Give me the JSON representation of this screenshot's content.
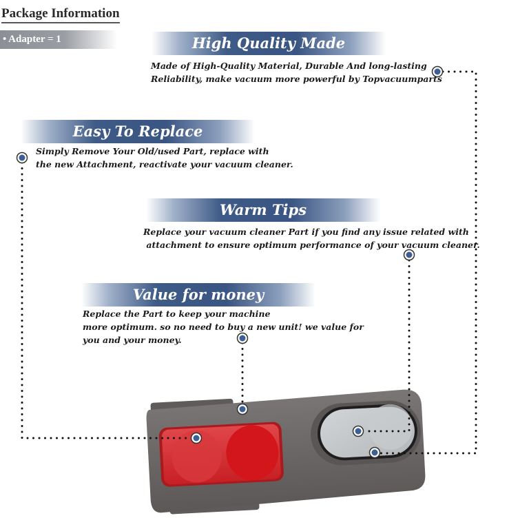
{
  "package": {
    "title": "Package Information",
    "items": [
      "• Adapter = 1"
    ]
  },
  "features": [
    {
      "title": "High Quality Made",
      "lines": [
        "Made of  High-Quality Material, Durable And long-lasting",
        "Reliability, make vacuum more powerful by Topvacuumparts"
      ]
    },
    {
      "title": "Easy To Replace",
      "lines": [
        "Simply Remove Your Old/used Part, replace with",
        "the new Attachment, reactivate your vacuum cleaner."
      ]
    },
    {
      "title": "Warm Tips",
      "lines": [
        "Replace your vacuum cleaner Part if you find any issue related with",
        " attachment to ensure optimum performance of your vacuum cleaner."
      ]
    },
    {
      "title": "Value for money",
      "lines": [
        "Replace the Part to keep your machine",
        "more optimum. so no need to buy a new unit! we value for",
        "you and your money."
      ]
    }
  ],
  "colors": {
    "banner_blue": "#3e5a86",
    "marker_blue": "#3e5f93",
    "product_gray": "#6b6766",
    "release_red": "#d42a2e",
    "button_gray": "#c3c6c8"
  },
  "product": {
    "name": "vacuum-adapter"
  }
}
